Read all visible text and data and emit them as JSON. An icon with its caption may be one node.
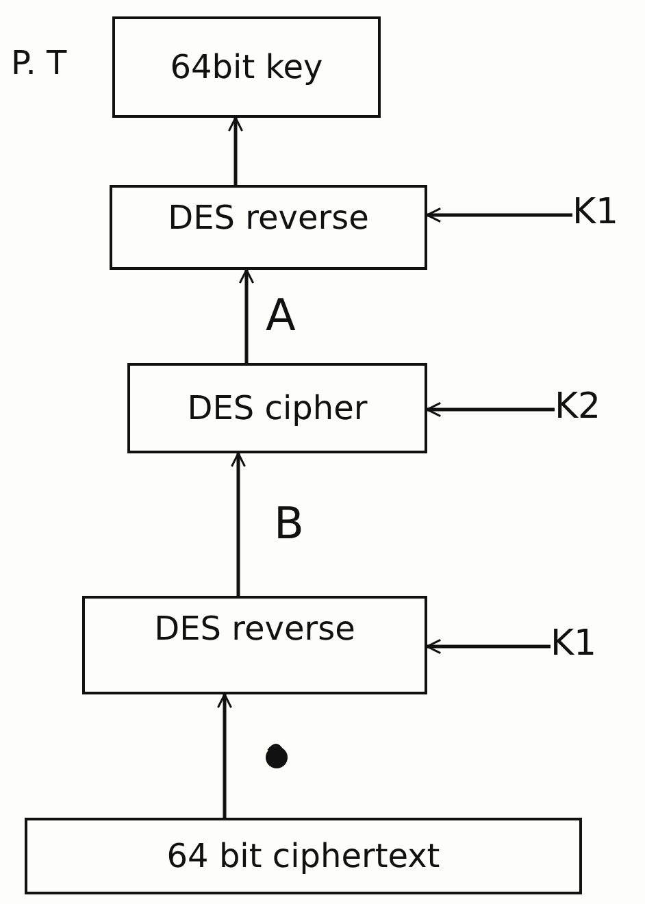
{
  "diagram": {
    "nodes": [
      {
        "text": [
          "64bit key"
        ],
        "beside": [
          "P. T"
        ]
      },
      {
        "text": [
          "DES reverse"
        ]
      },
      {
        "text": [
          "K1"
        ]
      },
      {
        "text": [
          "DES cipher"
        ]
      },
      {
        "text": [
          "K2"
        ]
      },
      {
        "text": [
          "DES reverse"
        ]
      },
      {
        "text": [
          "K1"
        ]
      },
      {
        "text": [
          "64 bit ciphertext"
        ]
      }
    ],
    "edges": [
      {
        "from": 1,
        "to": 0,
        "arrow": "to"
      },
      {
        "from": 2,
        "to": 1,
        "arrow": "to"
      },
      {
        "from": 3,
        "to": 1,
        "arrow": "to",
        "label": "A"
      },
      {
        "from": 4,
        "to": 3,
        "arrow": "to"
      },
      {
        "from": 5,
        "to": 3,
        "arrow": "to",
        "label": "B"
      },
      {
        "from": 6,
        "to": 5,
        "arrow": "to"
      },
      {
        "from": 7,
        "to": 5,
        "arrow": "to"
      }
    ]
  }
}
